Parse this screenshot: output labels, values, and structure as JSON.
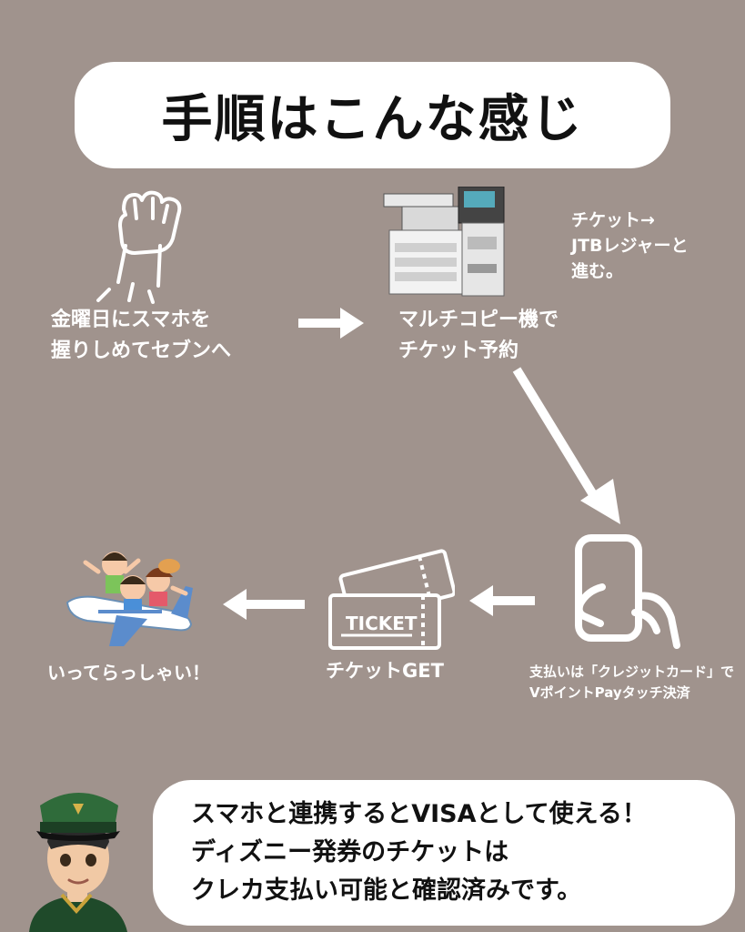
{
  "title": "手順はこんな感じ",
  "steps": [
    {
      "label": "金曜日にスマホを\n握りしめてセブンへ",
      "icon": "raised-fist-icon"
    },
    {
      "label": "マルチコピー機で\nチケット予約",
      "icon": "copy-machine-icon"
    },
    {
      "label": "支払いは「クレジットカード」で\nVポイントPayタッチ決済",
      "icon": "hand-smartphone-icon"
    },
    {
      "label": "チケットGET",
      "icon": "ticket-icon"
    },
    {
      "label": "いってらっしゃい！",
      "icon": "family-airplane-icon"
    }
  ],
  "note": "チケット→\nJTBレジャーと\n進む。",
  "ticket_text": "TICKET",
  "bottom_message": "スマホと連携するとVISAとして使える！\nディズニー発券のチケットは\nクレカ支払い可能と確認済みです。",
  "colors": {
    "background": "#a0938d",
    "panel": "#ffffff",
    "text_dark": "#111111",
    "text_light": "#ffffff"
  }
}
